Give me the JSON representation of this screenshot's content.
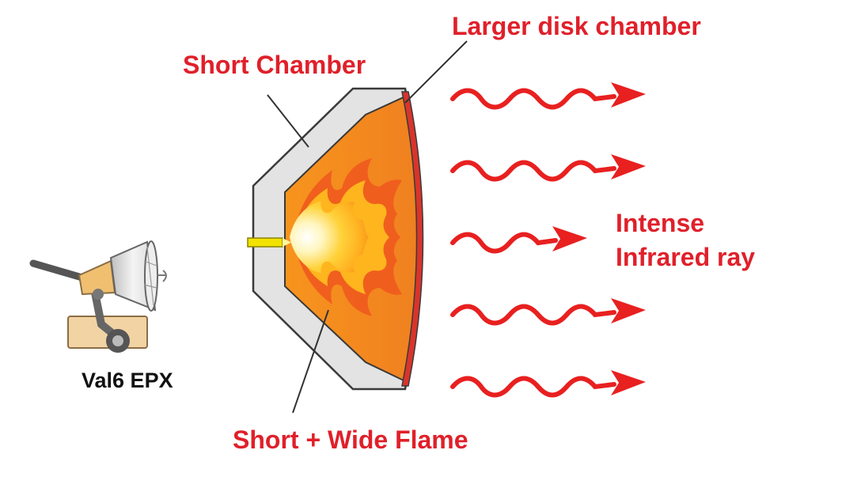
{
  "labels": {
    "larger_disk_chamber": "Larger disk chamber",
    "short_chamber": "Short Chamber",
    "intense": "Intense",
    "infrared_ray": "Infrared ray",
    "short_wide_flame": "Short + Wide Flame",
    "heater_model": "Val6 EPX"
  },
  "colors": {
    "label_red": "#e0202a",
    "chamber_wall": "#e2e2e2",
    "chamber_outline": "#3a3a3a",
    "chamber_interior": "#f7941d",
    "flame_outer": "#f05a1e",
    "flame_core": "#fff6c0",
    "nozzle": "#f2e200",
    "ray": "#e82020"
  },
  "icons": {
    "heater": "infrared-heater-icon",
    "ray": "wavy-arrow-icon"
  },
  "ray_count": 5
}
